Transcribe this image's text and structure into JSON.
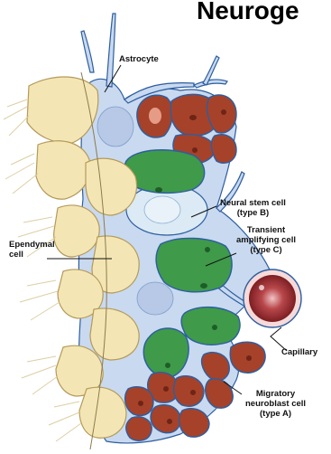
{
  "title": "Neuroge",
  "labels": {
    "astrocyte": "Astrocyte",
    "ependymal": [
      "Ependymal",
      "cell"
    ],
    "neural_stem": [
      "Neural stem cell",
      "(type B)"
    ],
    "transient": [
      "Transient",
      "amplifying cell",
      "(type C)"
    ],
    "capillary": "Capillary",
    "migratory": [
      "Migratory",
      "neuroblast cell",
      "(type A)"
    ]
  },
  "colors": {
    "ependymal_fill": "#f4e6b4",
    "ependymal_stroke": "#c9b57a",
    "astrocyte_fill": "#c9d9ef",
    "stem_fill": "#dbeaf4",
    "transient_fill": "#3f9a4a",
    "neuroblast_fill": "#a6422a",
    "capillary_fill": "#9b2b2f",
    "outline": "#1e4f8a"
  }
}
